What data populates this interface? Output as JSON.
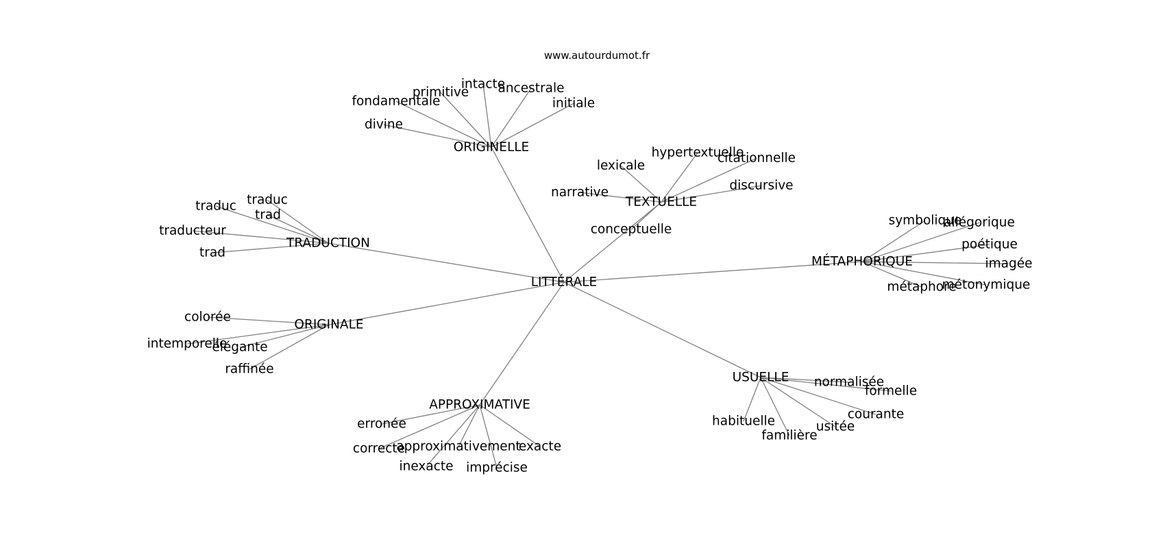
{
  "source_label": "www.autourdumot.fr",
  "center": {
    "id": "c",
    "label": "LITTÉRALE"
  },
  "nodes": [
    {
      "id": "originelle",
      "label": "ORIGINELLE",
      "parent": "c"
    },
    {
      "id": "fondamentale",
      "label": "fondamentale",
      "parent": "originelle"
    },
    {
      "id": "primitive",
      "label": "primitive",
      "parent": "originelle"
    },
    {
      "id": "intacte",
      "label": "intacte",
      "parent": "originelle"
    },
    {
      "id": "ancestrale",
      "label": "ancestrale",
      "parent": "originelle"
    },
    {
      "id": "initiale",
      "label": "initiale",
      "parent": "originelle"
    },
    {
      "id": "divine",
      "label": "divine",
      "parent": "originelle"
    },
    {
      "id": "textuelle",
      "label": "TEXTUELLE",
      "parent": "c"
    },
    {
      "id": "lexicale",
      "label": "lexicale",
      "parent": "textuelle"
    },
    {
      "id": "hypertextuelle",
      "label": "hypertextuelle",
      "parent": "textuelle"
    },
    {
      "id": "citationnelle",
      "label": "citationnelle",
      "parent": "textuelle"
    },
    {
      "id": "narrative",
      "label": "narrative",
      "parent": "textuelle"
    },
    {
      "id": "discursive",
      "label": "discursive",
      "parent": "textuelle"
    },
    {
      "id": "conceptuelle",
      "label": "conceptuelle",
      "parent": "textuelle"
    },
    {
      "id": "traduction",
      "label": "TRADUCTION",
      "parent": "c"
    },
    {
      "id": "traduc1",
      "label": "traduc",
      "parent": "traduction"
    },
    {
      "id": "traduc2",
      "label": "traduc",
      "parent": "traduction"
    },
    {
      "id": "trad1",
      "label": "trad",
      "parent": "traduction"
    },
    {
      "id": "traducteur",
      "label": "traducteur",
      "parent": "traduction"
    },
    {
      "id": "trad2",
      "label": "trad",
      "parent": "traduction"
    },
    {
      "id": "metaphorique",
      "label": "MÉTAPHORIQUE",
      "parent": "c"
    },
    {
      "id": "symbolique",
      "label": "symbolique",
      "parent": "metaphorique"
    },
    {
      "id": "allegorique",
      "label": "allégorique",
      "parent": "metaphorique"
    },
    {
      "id": "poetique",
      "label": "poétique",
      "parent": "metaphorique"
    },
    {
      "id": "imagee",
      "label": "imagée",
      "parent": "metaphorique"
    },
    {
      "id": "metaphore",
      "label": "métaphore",
      "parent": "metaphorique"
    },
    {
      "id": "metonymique",
      "label": "métonymique",
      "parent": "metaphorique"
    },
    {
      "id": "originale",
      "label": "ORIGINALE",
      "parent": "c"
    },
    {
      "id": "coloree",
      "label": "colorée",
      "parent": "originale"
    },
    {
      "id": "intemporelle",
      "label": "intemporelle",
      "parent": "originale"
    },
    {
      "id": "elegante",
      "label": "élégante",
      "parent": "originale"
    },
    {
      "id": "raffinee",
      "label": "raffinée",
      "parent": "originale"
    },
    {
      "id": "approximative",
      "label": "APPROXIMATIVE",
      "parent": "c"
    },
    {
      "id": "erronee",
      "label": "erronée",
      "parent": "approximative"
    },
    {
      "id": "correcte",
      "label": "correcte",
      "parent": "approximative"
    },
    {
      "id": "approximativement",
      "label": "approximativement",
      "parent": "approximative"
    },
    {
      "id": "exacte",
      "label": "exacte",
      "parent": "approximative"
    },
    {
      "id": "inexacte",
      "label": "inexacte",
      "parent": "approximative"
    },
    {
      "id": "imprecise",
      "label": "imprécise",
      "parent": "approximative"
    },
    {
      "id": "usuelle",
      "label": "USUELLE",
      "parent": "c"
    },
    {
      "id": "normalisee",
      "label": "normalisée",
      "parent": "usuelle"
    },
    {
      "id": "formelle",
      "label": "formelle",
      "parent": "usuelle"
    },
    {
      "id": "courante",
      "label": "courante",
      "parent": "usuelle"
    },
    {
      "id": "usitee",
      "label": "usitée",
      "parent": "usuelle"
    },
    {
      "id": "familiere",
      "label": "familière",
      "parent": "usuelle"
    },
    {
      "id": "habituelle",
      "label": "habituelle",
      "parent": "usuelle"
    }
  ]
}
